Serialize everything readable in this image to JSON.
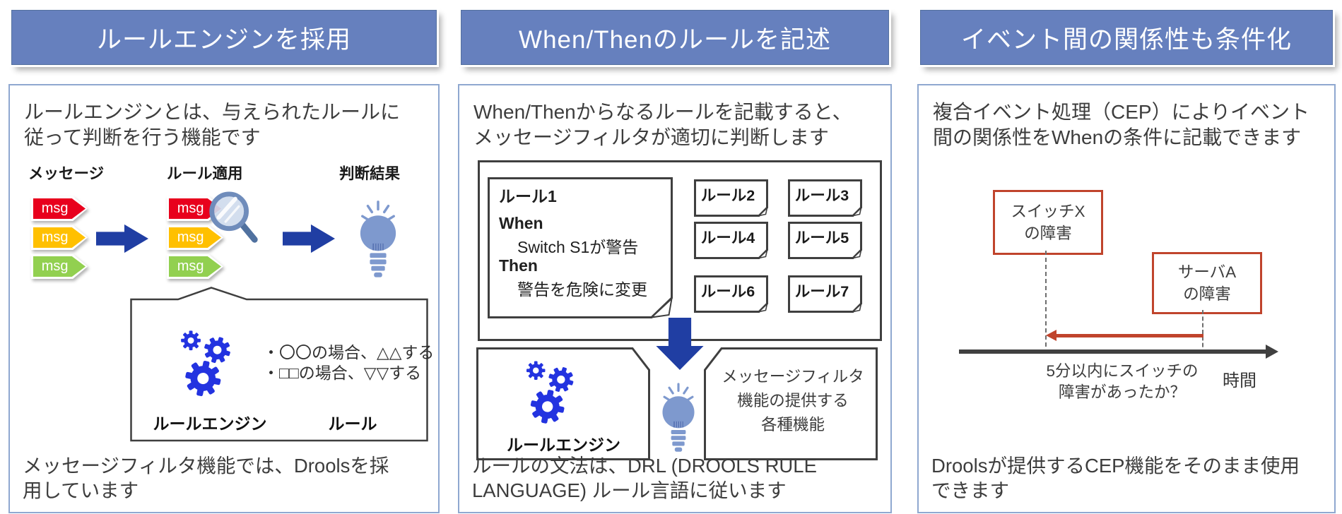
{
  "colors": {
    "header_bg": "#6680BE",
    "panel_border": "#8FA8D0",
    "arrow_blue": "#203EA3",
    "gear_blue": "#2333E0",
    "bulb_blue": "#7E99CE",
    "msg_red": "#E8001D",
    "msg_orange": "#FFC000",
    "msg_green": "#92D050",
    "accent_red": "#C0442C",
    "line_dark": "#3F3F3F",
    "text_dark": "#404040"
  },
  "panel1": {
    "header": "ルールエンジンを採用",
    "intro": "ルールエンジンとは、与えられたルールに\n従って判断を行う機能です",
    "label_message": "メッセージ",
    "label_apply": "ルール適用",
    "label_result": "判断結果",
    "msg": "msg",
    "rule_lines": "・〇〇の場合、△△する\n・□□の場合、▽▽する",
    "label_engine": "ルールエンジン",
    "label_rule": "ルール",
    "footer": "メッセージフィルタ機能では、Droolsを採\n用しています"
  },
  "panel2": {
    "header": "When/Thenのルールを記述",
    "intro": "When/Thenからなるルールを記載すると、\nメッセージフィルタが適切に判断します",
    "rule1_title": "ルール1",
    "when_label": "When",
    "when_body": "Switch S1が警告",
    "then_label": "Then",
    "then_body": "警告を危険に変更",
    "rules": [
      "ルール2",
      "ルール3",
      "ルール4",
      "ルール5",
      "ルール6",
      "ルール7"
    ],
    "label_engine": "ルールエンジン",
    "filter_caption": "メッセージフィルタ\n機能の提供する\n各種機能",
    "footer": "ルールの文法は、DRL (DROOLS RULE\nLANGUAGE) ルール言語に従います"
  },
  "panel3": {
    "header": "イベント間の関係性も条件化",
    "intro": "複合イベント処理（CEP）によりイベント\n間の関係性をWhenの条件に記載できます",
    "event1": "スイッチX\nの障害",
    "event2": "サーバA\nの障害",
    "question": "5分以内にスイッチの\n障害があったか？",
    "time_label": "時間",
    "footer": "Droolsが提供するCEP機能をそのまま使用\nできます"
  }
}
